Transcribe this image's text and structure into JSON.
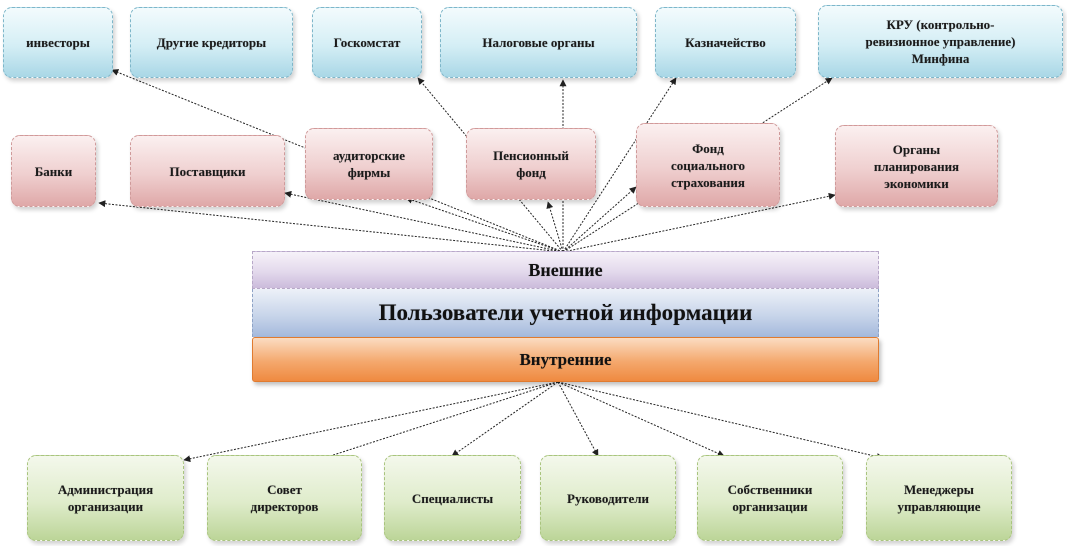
{
  "diagram": {
    "external_users": [
      {
        "id": "investors",
        "label": "инвесторы",
        "group": "top"
      },
      {
        "id": "other-creditors",
        "label": "Другие кредиторы",
        "group": "top"
      },
      {
        "id": "goskomstat",
        "label": "Госкомстат",
        "group": "top"
      },
      {
        "id": "tax-authorities",
        "label": "Налоговые органы",
        "group": "top"
      },
      {
        "id": "treasury",
        "label": "Казначейство",
        "group": "top"
      },
      {
        "id": "kru-minfin",
        "label": "КРУ (контрольно-\nревизионное управление)\nМинфина",
        "group": "top"
      },
      {
        "id": "banks",
        "label": "Банки",
        "group": "middle"
      },
      {
        "id": "suppliers",
        "label": "Поставщики",
        "group": "middle"
      },
      {
        "id": "audit-firms",
        "label": "аудиторские\nфирмы",
        "group": "middle"
      },
      {
        "id": "pension-fund",
        "label": "Пенсионный\nфонд",
        "group": "middle"
      },
      {
        "id": "social-insurance-fund",
        "label": "Фонд\nсоциального\nстрахования",
        "group": "middle"
      },
      {
        "id": "economic-planning",
        "label": "Органы\nпланирования\nэкономики",
        "group": "middle"
      }
    ],
    "center": {
      "external_label": "Внешние",
      "title": "Пользователи учетной информации",
      "internal_label": "Внутренние"
    },
    "internal_users": [
      {
        "id": "org-administration",
        "label": "Администрация\nорганизации"
      },
      {
        "id": "board-of-directors",
        "label": "Совет\nдиректоров"
      },
      {
        "id": "specialists",
        "label": "Специалисты"
      },
      {
        "id": "heads",
        "label": "Руководители"
      },
      {
        "id": "org-owners",
        "label": "Собственники\nорганизации"
      },
      {
        "id": "managers",
        "label": "Менеджеры\nуправляющие"
      }
    ],
    "colors": {
      "top_row": "#cfeaf3",
      "middle_row": "#eccaca",
      "external_band": "#ddd2e8",
      "main_band": "#c3d1e9",
      "internal_band": "#f39a55",
      "bottom_row": "#d9e8c4",
      "arrow": "#222222"
    }
  }
}
